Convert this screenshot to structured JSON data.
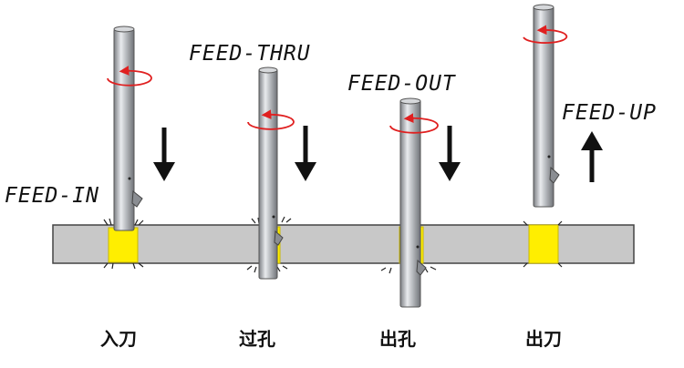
{
  "phases": {
    "feed_in": "FEED-IN",
    "feed_thru": "FEED-THRU",
    "feed_out": "FEED-OUT",
    "feed_up": "FEED-UP"
  },
  "stages": {
    "entry": "入刀",
    "through": "过孔",
    "exit": "出孔",
    "retract": "出刀"
  },
  "colors": {
    "plate_fill": "#c8c8c8",
    "bore_highlight": "#ffee00",
    "rotation_arrow": "#e02020",
    "tool_body": "#b9bcc0"
  }
}
